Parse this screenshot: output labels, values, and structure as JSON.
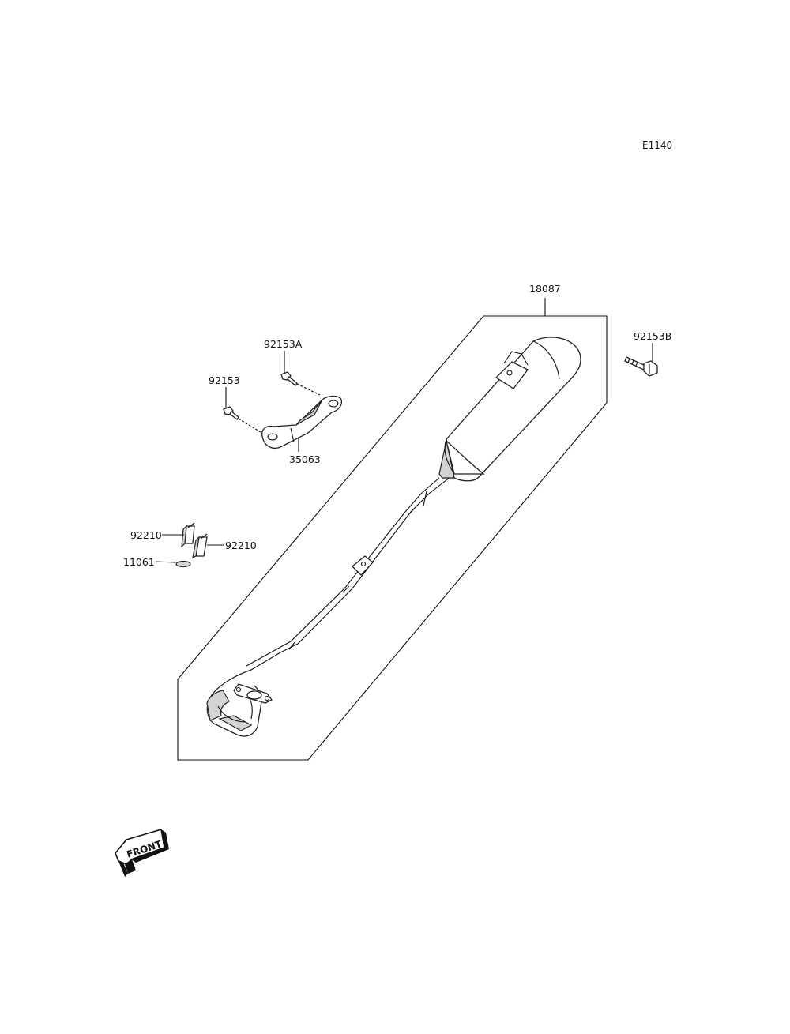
{
  "diagram": {
    "ref_code": "E1140",
    "front_label": "FRONT",
    "parts": [
      {
        "id": "18087",
        "label": "18087"
      },
      {
        "id": "92153B",
        "label": "92153B"
      },
      {
        "id": "92153A",
        "label": "92153A"
      },
      {
        "id": "92153",
        "label": "92153"
      },
      {
        "id": "35063",
        "label": "35063"
      },
      {
        "id": "92210-a",
        "label": "92210"
      },
      {
        "id": "92210-b",
        "label": "92210"
      },
      {
        "id": "11061",
        "label": "11061"
      }
    ]
  }
}
